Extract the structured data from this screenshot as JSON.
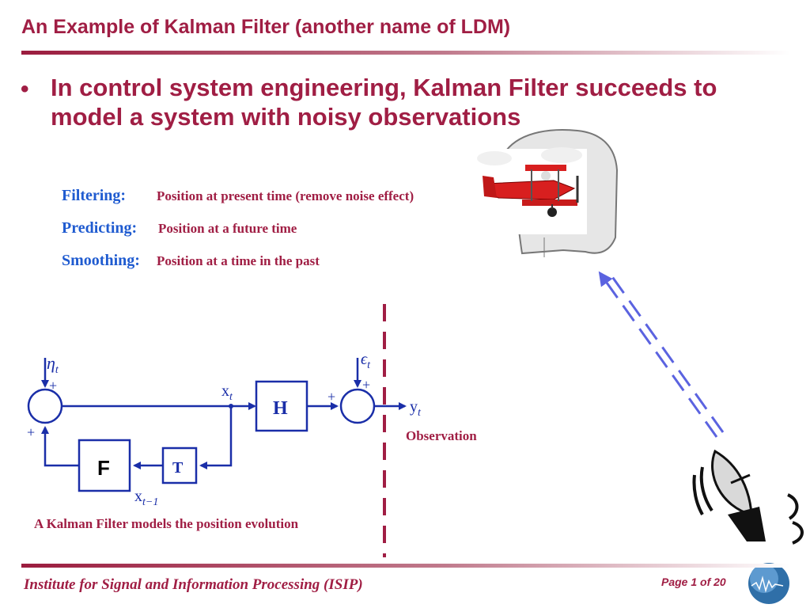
{
  "title": "An Example of Kalman Filter (another name of LDM)",
  "bullet": {
    "text": "In control system engineering, Kalman Filter succeeds to model a system with noisy observations"
  },
  "tasks": [
    {
      "term": "Filtering:",
      "desc": "Position at present time (remove noise effect)"
    },
    {
      "term": "Predicting:",
      "desc": "Position at a future time"
    },
    {
      "term": "Smoothing:",
      "desc": "Position at a time in the past"
    }
  ],
  "diagram": {
    "eta": "η",
    "eta_sub": "t",
    "eps": "ϵ",
    "eps_sub": "t",
    "x": "x",
    "x_sub": "t",
    "x_prev": "x",
    "x_prev_sub": "t−1",
    "y": "y",
    "y_sub": "t",
    "plus": "+",
    "H": "H",
    "T": "T",
    "F": "F",
    "observation": "Observation",
    "caption": "A Kalman Filter models the position evolution"
  },
  "footer": {
    "institute": "Institute for Signal and Information Processing (ISIP)",
    "page": "Page 1 of 20"
  },
  "colors": {
    "accent": "#a01e44",
    "term_blue": "#1f5bd0",
    "diagram_blue": "#1a2ea8",
    "dashed_arrow": "#5b63e0"
  },
  "icons": {
    "airplane": "airplane-in-head-icon",
    "satellite": "satellite-dish-icon",
    "logo": "isip-logo-globe"
  }
}
